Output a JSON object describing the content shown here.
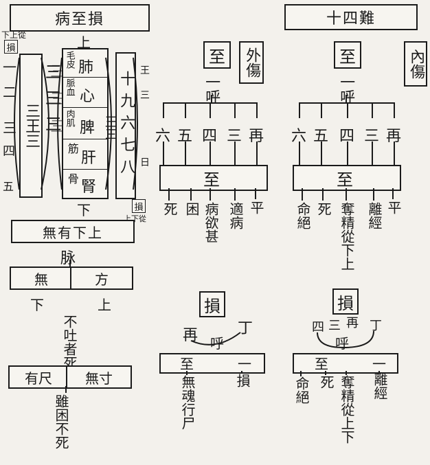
{
  "left": {
    "header": "病至損",
    "top_left_small": "下上從",
    "top_left_box": "損",
    "bottom_right_small": "上下從",
    "bottom_right_box": "損",
    "row_labels": [
      "一",
      "二",
      "三",
      "四",
      "五"
    ],
    "right_labels": [
      "王",
      "三",
      "日"
    ],
    "col1": "三王三",
    "col2": "三三三",
    "col3": "三三三",
    "col_right": "十九六七八",
    "organs": {
      "top": "上",
      "bottom": "下",
      "rows": [
        {
          "vertical": "毛皮",
          "organ": "肺"
        },
        {
          "vertical": "脈血",
          "organ": "心"
        },
        {
          "vertical": "肉肌",
          "organ": "脾"
        },
        {
          "vertical": "筋",
          "organ": "肝"
        },
        {
          "vertical": "骨",
          "organ": "腎"
        }
      ]
    },
    "mid_labels": [
      "王",
      "三"
    ],
    "mid_box": "無有下上",
    "pulse": "脉",
    "pulse_left": "無",
    "pulse_right": "方",
    "below_left": "下",
    "below_right": "上",
    "vertical_note": "不吐者死",
    "bottom_left": "有尺",
    "bottom_right": "無寸",
    "bottom_note": "雖困不死"
  },
  "right": {
    "header": "十四難",
    "external": {
      "label1": "至",
      "label2": "外傷",
      "breath": "一呼",
      "counts": [
        "六",
        "五",
        "四",
        "三",
        "再"
      ],
      "bar": "至",
      "outcomes": [
        "死",
        "困",
        "病欲甚",
        "適病",
        "平"
      ]
    },
    "internal": {
      "label1": "至",
      "label2": "內傷",
      "breath": "一呼",
      "counts": [
        "六",
        "五",
        "四",
        "三",
        "再"
      ],
      "bar": "至",
      "outcomes": [
        "命絕",
        "死",
        "奪精從下上",
        "離經",
        "平"
      ]
    },
    "loss_left": {
      "label": "損",
      "counts": [
        "再",
        "丁"
      ],
      "breath": "呼",
      "bar_left": "至",
      "bar_right": "一",
      "outcomes": [
        "無魂行尸",
        "損"
      ]
    },
    "loss_right": {
      "label": "損",
      "counts": [
        "四",
        "三",
        "再",
        "丁"
      ],
      "breath": "呼",
      "bar_left": "至",
      "bar_right": "一",
      "outcomes": [
        "命絕",
        "死",
        "奪精從上下",
        "離經"
      ]
    }
  }
}
